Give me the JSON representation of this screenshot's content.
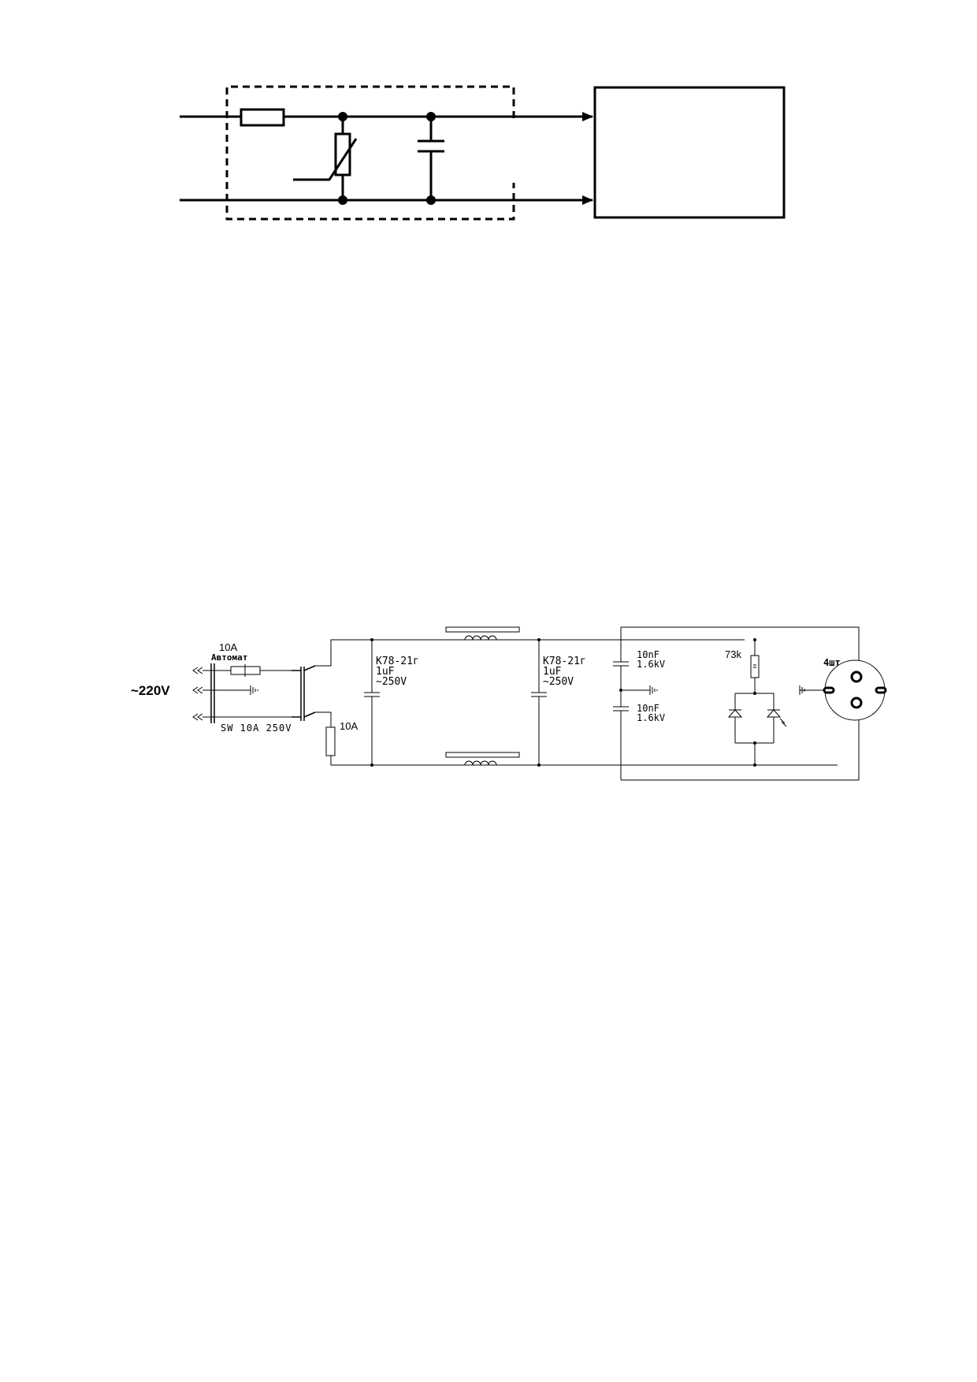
{
  "schematic": {
    "supply_label": "~220V",
    "breaker_rating": "10A",
    "breaker_name": "Автомат",
    "switch_label": "SW 10A 250V",
    "fuse_rating": "10A",
    "cap1": {
      "type": "K78-21г",
      "value": "1uF",
      "voltage": "~250V"
    },
    "cap2": {
      "type": "K78-21г",
      "value": "1uF",
      "voltage": "~250V"
    },
    "ycap_top": {
      "value": "10nF",
      "voltage": "1.6kV"
    },
    "ycap_bottom": {
      "value": "10nF",
      "voltage": "1.6kV"
    },
    "resistor": "73k",
    "socket_count": "4шт."
  }
}
